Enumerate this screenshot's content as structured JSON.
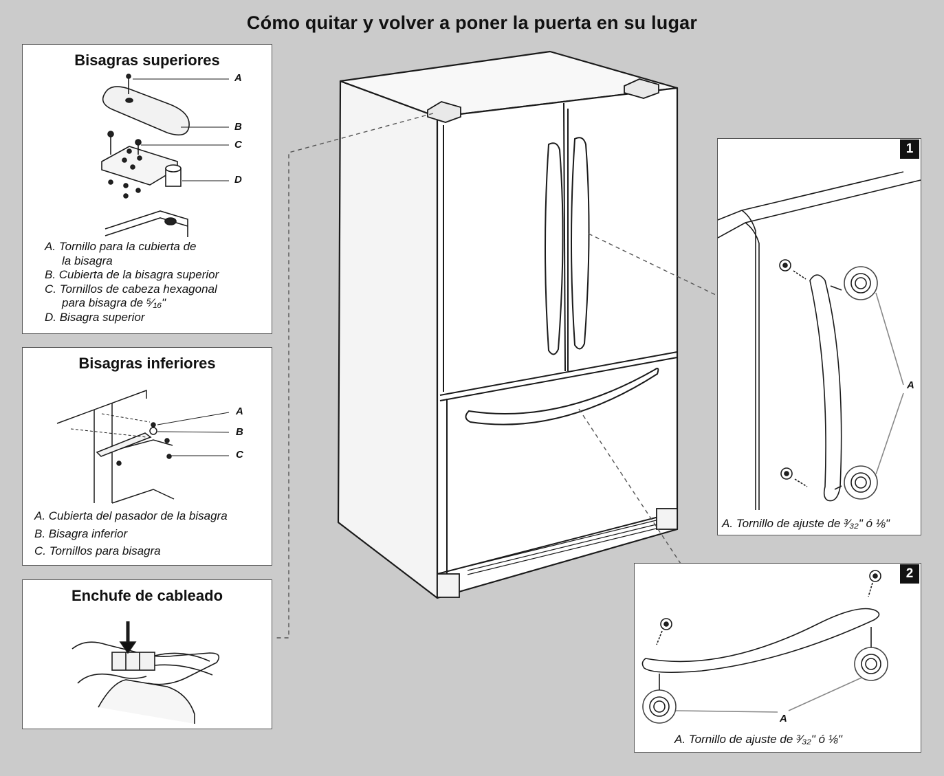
{
  "title": "Cómo quitar y volver a poner la puerta en su lugar",
  "top_hinges": {
    "title": "Bisagras superiores",
    "callouts": [
      "A",
      "B",
      "C",
      "D"
    ],
    "legend": [
      "A. Tornillo para la cubierta de",
      "la bisagra",
      "B. Cubierta de la bisagra superior",
      "C. Tornillos de cabeza hexagonal",
      "para bisagra de ⁵⁄₁₆\"",
      "D. Bisagra superior"
    ]
  },
  "bottom_hinges": {
    "title": "Bisagras inferiores",
    "callouts": [
      "A",
      "B",
      "C"
    ],
    "legend": [
      "A. Cubierta del pasador de la bisagra",
      "B. Bisagra inferior",
      "C. Tornillos para bisagra"
    ]
  },
  "wiring": {
    "title": "Enchufe de cableado"
  },
  "step1": {
    "badge": "1",
    "callout": "A",
    "caption": "A. Tornillo de ajuste de ³⁄₃₂\" ó ⅛\""
  },
  "step2": {
    "badge": "2",
    "callout": "A",
    "caption": "A. Tornillo de ajuste de ³⁄₃₂\" ó ⅛\""
  },
  "colors": {
    "background": "#cbcbcb",
    "panel": "#ffffff",
    "line": "#222222",
    "badge": "#111111"
  }
}
